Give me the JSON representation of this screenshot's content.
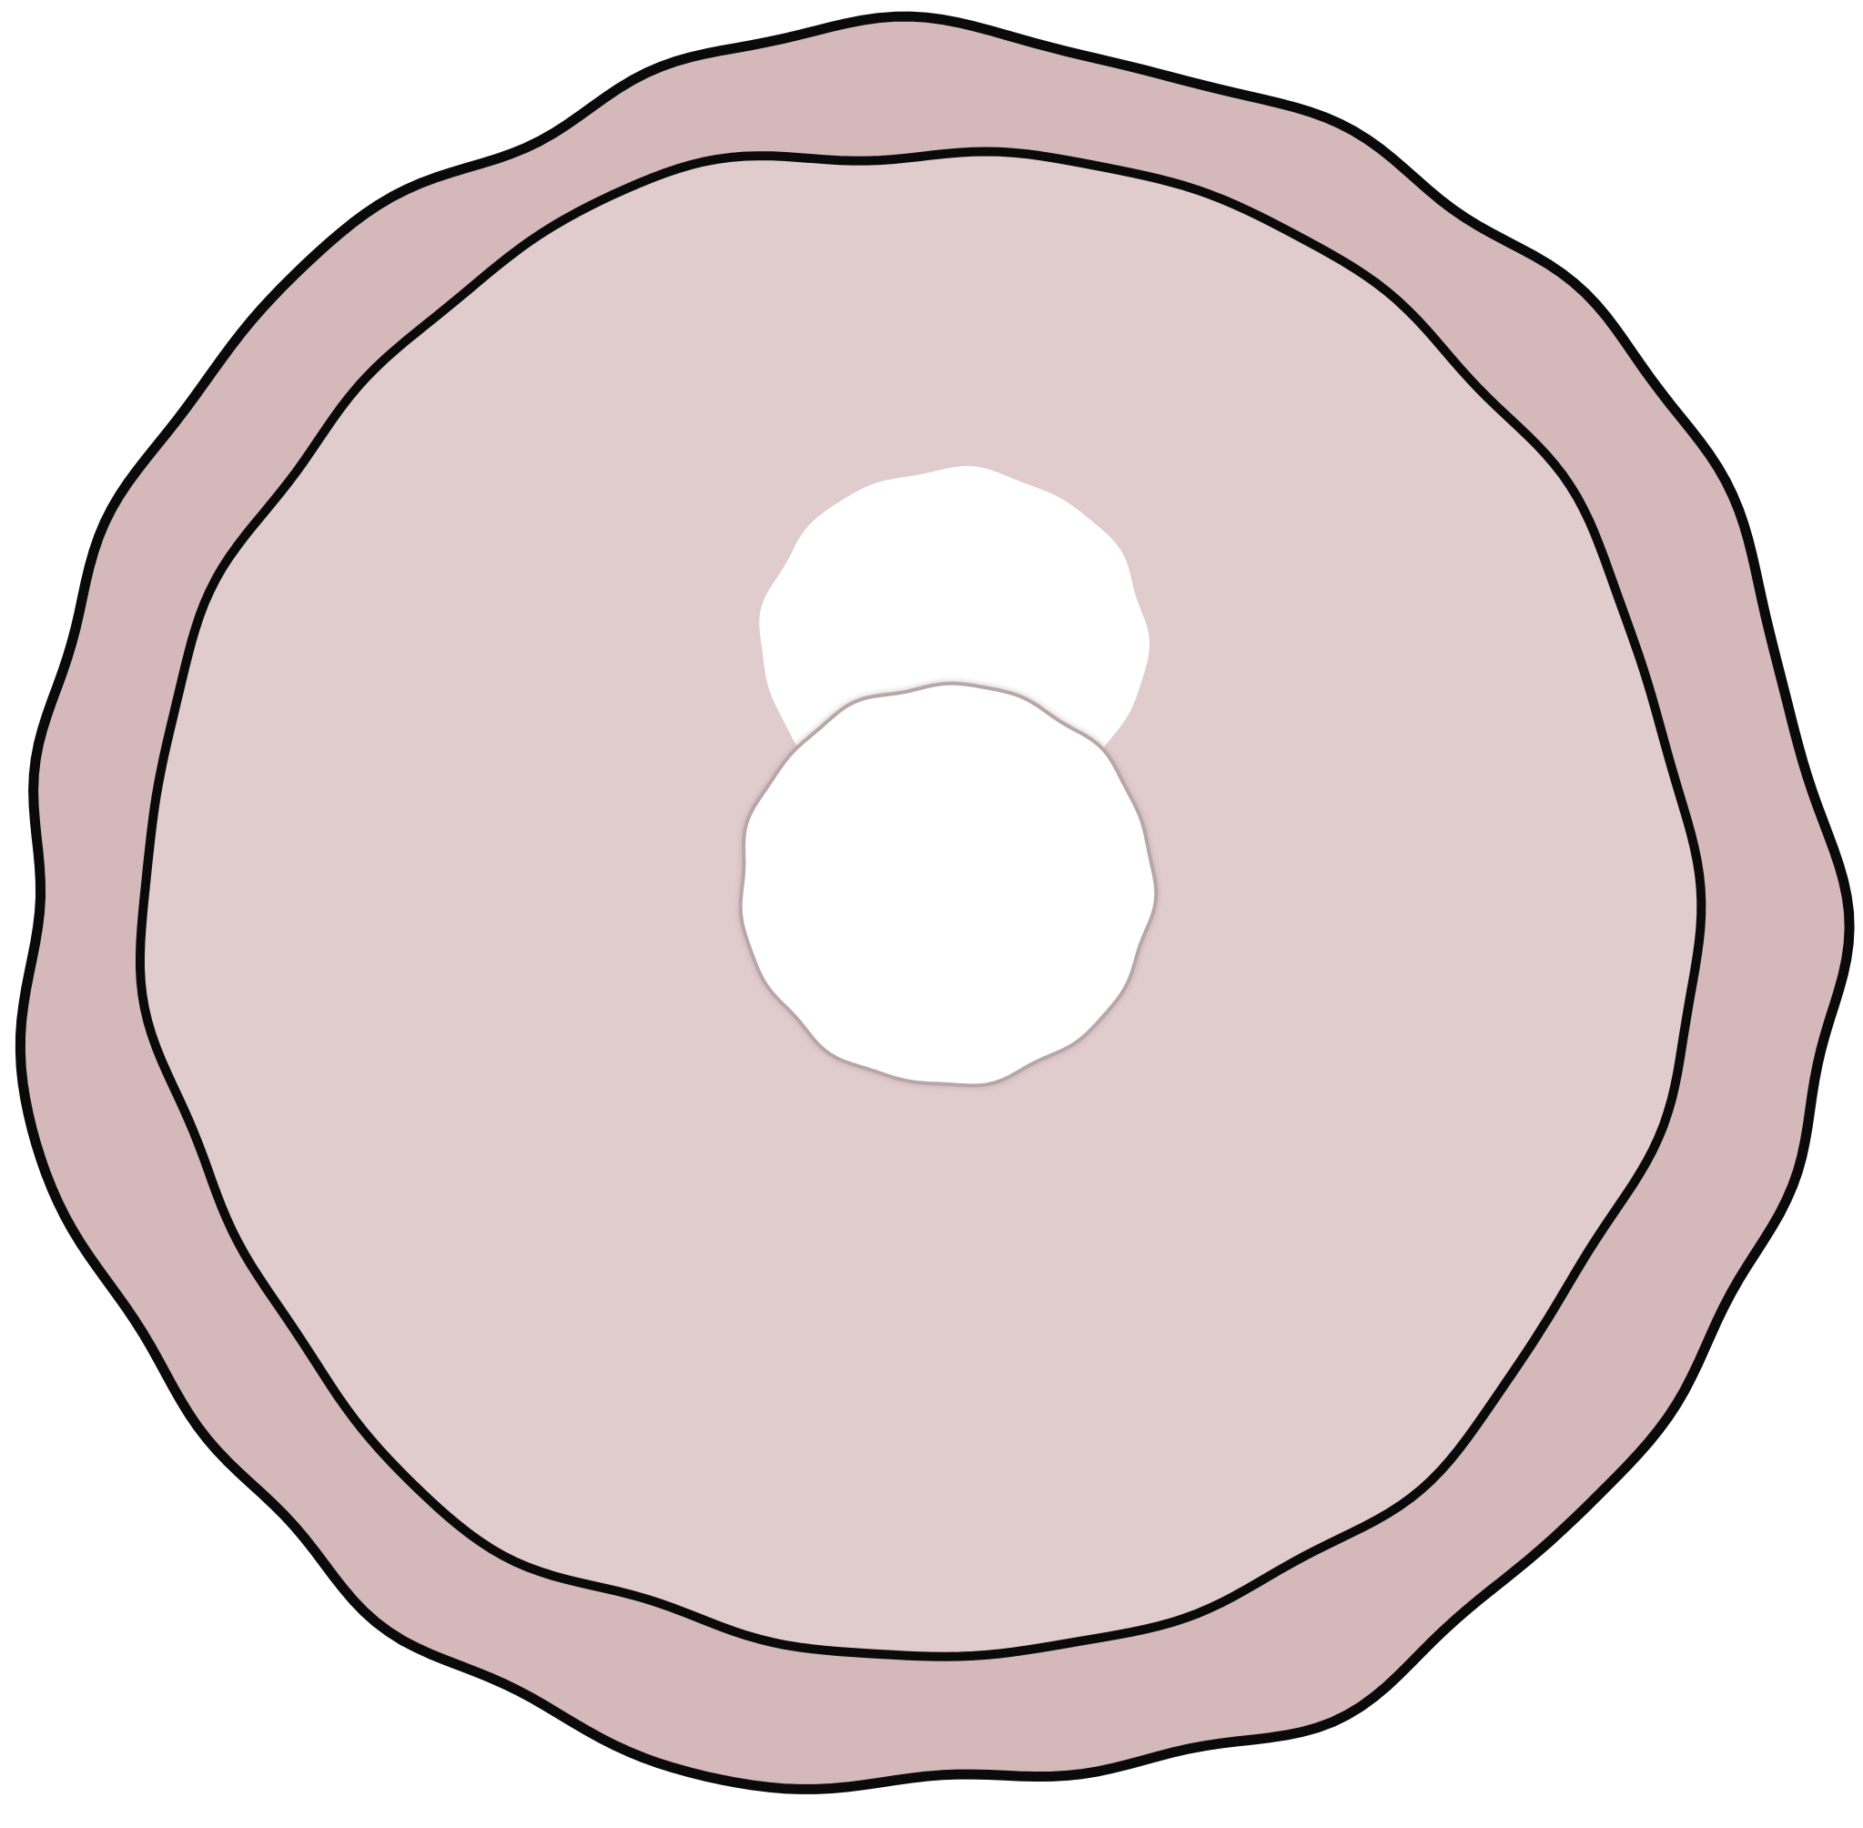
{
  "diagram": {
    "colors": {
      "background": "#ffffff",
      "outer_layer_fill": "#d4b8ba",
      "inner_body_fill": "#e0cbcd",
      "outline": "#0a0a0a",
      "upper_cavity_fill": "#ffffff",
      "lower_cavity_fill": "#ffffff",
      "lower_cavity_outline": "#b8a6a8"
    },
    "parts": [
      "outer-layer",
      "inner-body",
      "upper-cavity",
      "lower-cavity"
    ]
  }
}
